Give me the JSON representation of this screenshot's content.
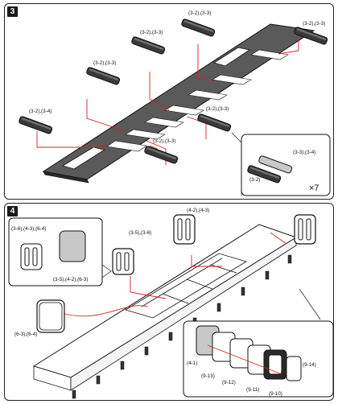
{
  "step3": {
    "number": "3",
    "labels": {
      "a": "(3-2),(3-3)",
      "b": "(3-2),(3-3)",
      "c": "(3-2),(3-3)",
      "d": "(3-2),(3-3)",
      "e": "(3-2),(3-4)",
      "f": "(3-2),(3-3)",
      "g": "(3-2),(3-3)",
      "inset_top": "(3-3),(3-4)",
      "inset_bottom": "(3-2)"
    },
    "quantity": "×7"
  },
  "step4": {
    "number": "4",
    "labels": {
      "top_right": "(4-2),(4-3)",
      "mid": "(3-5),(3-6)",
      "left": "(6-3),(6-4)",
      "inset_top": "(3-6),(4-3),(6-4)",
      "inset_bottom": "(3-5),(4-2),(6-3)",
      "exp1": "(4-1)",
      "exp2": "(9-13)",
      "exp3": "(9-12)",
      "exp4": "(9-11)",
      "exp5": "(9-10)",
      "exp6": "(9-14)"
    }
  },
  "colors": {
    "accent": "#d42020",
    "part_dark": "#3a3a3a",
    "part_light": "#c8c8c8",
    "board": "#5a5a5a"
  }
}
